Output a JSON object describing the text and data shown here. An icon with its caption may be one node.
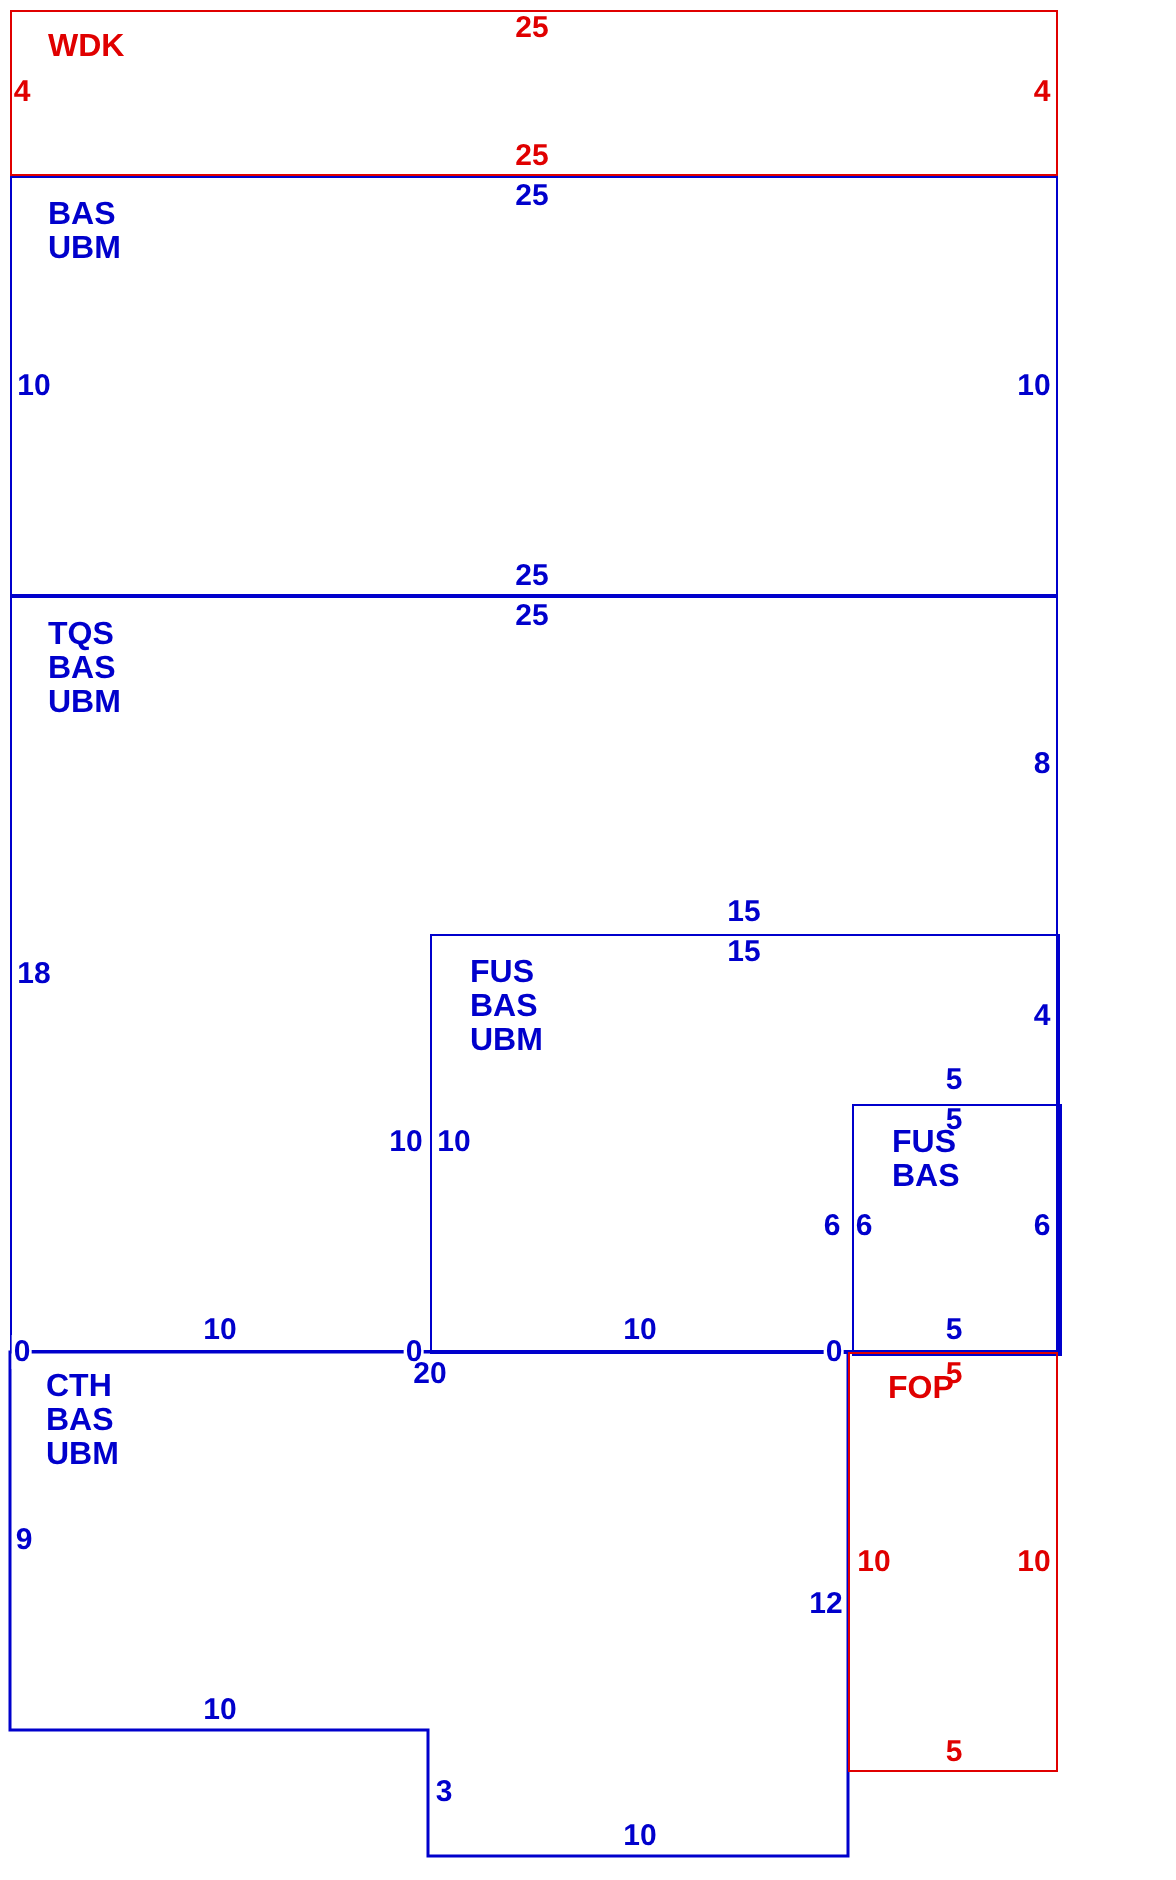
{
  "diagram": {
    "nodes": [
      {
        "text": [
          "WDK"
        ]
      },
      {
        "text": [
          "BAS",
          "UBM"
        ]
      },
      {
        "text": [
          "TQS",
          "BAS",
          "UBM"
        ]
      },
      {
        "text": [
          "FUS",
          "BAS",
          "UBM"
        ],
        "in": 2
      },
      {
        "text": [
          "FUS",
          "BAS"
        ],
        "in": 3
      },
      {
        "text": [
          "CTH",
          "BAS",
          "UBM"
        ]
      },
      {
        "text": [
          "FOP"
        ]
      }
    ],
    "labels": [
      "25",
      "4",
      "4",
      "25",
      "25",
      "10",
      "10",
      "25",
      "25",
      "8",
      "15",
      "15",
      "18",
      "4",
      "5",
      "5",
      "10",
      "10",
      "6",
      "6",
      "6",
      "10",
      "10",
      "5",
      "0",
      "0",
      "0",
      "20",
      "5",
      "9",
      "10",
      "10",
      "12",
      "10",
      "5",
      "3",
      "10"
    ]
  }
}
